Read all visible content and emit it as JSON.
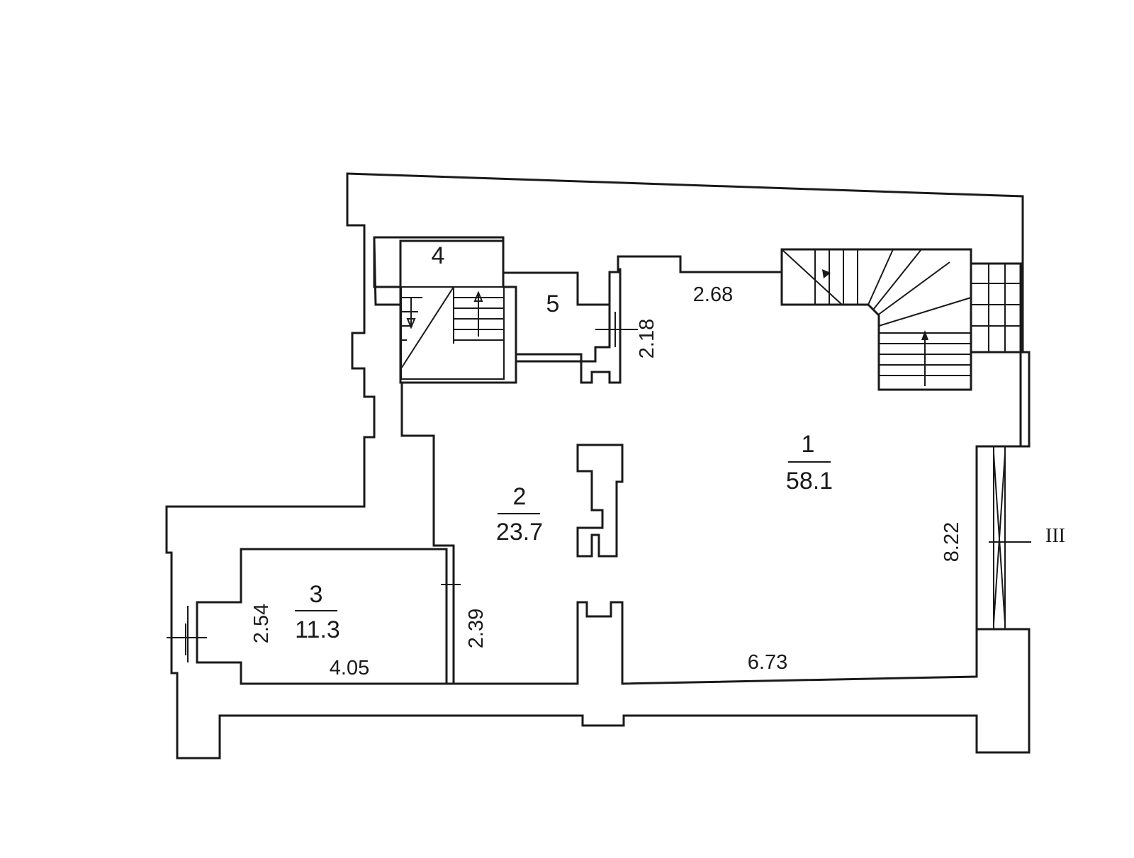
{
  "rooms": [
    {
      "number": "1",
      "area": "58.1"
    },
    {
      "number": "2",
      "area": "23.7"
    },
    {
      "number": "3",
      "area": "11.3"
    },
    {
      "number": "4",
      "area": ""
    },
    {
      "number": "5",
      "area": ""
    }
  ],
  "dimensions": {
    "room1_top": "2.68",
    "room1_width": "6.73",
    "room1_height": "8.22",
    "room5_depth": "2.18",
    "room2_side": "2.39",
    "room3_height": "2.54",
    "room3_width": "4.05"
  },
  "section_mark": "III",
  "colors": {
    "line": "#1a1a1a",
    "background": "#ffffff"
  }
}
